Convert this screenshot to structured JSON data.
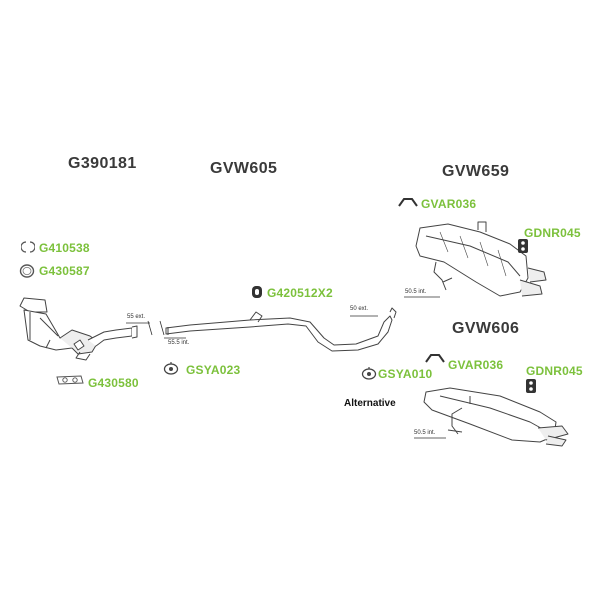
{
  "titles": {
    "dpf": "G390181",
    "front_pipe": "GVW605",
    "rear_silencer": "GVW659",
    "rear_silencer_alt": "GVW606"
  },
  "codes": {
    "gasket_ring": "G410538",
    "seal_ring": "G430587",
    "clamp_gasket": "G430580",
    "pipe_clamp": "G420512X2",
    "rubber_mount": "GSYA023",
    "rubber_mount_alt": "GSYA010",
    "hanger_top": "GVAR036",
    "hanger_top_alt": "GVAR036",
    "rubber_block": "GDNR045",
    "rubber_block_alt": "GDNR045"
  },
  "dimensions": {
    "dpf_outlet": "55 ext.",
    "pipe_inlet": "55.5 int.",
    "pipe_outlet": "50 ext.",
    "silencer_inlet": "50.5 int.",
    "silencer_alt_inlet": "50.5 int."
  },
  "alternative_label": "Alternative",
  "colors": {
    "code_green": "#7cc13c",
    "title_gray": "#3a3a3a",
    "line_drawing": "#444444"
  },
  "icons": [
    "gasket-ring-icon",
    "seal-ring-icon",
    "clamp-gasket-icon",
    "pipe-clamp-icon",
    "rubber-mount-icon",
    "hanger-icon",
    "rubber-block-icon"
  ]
}
